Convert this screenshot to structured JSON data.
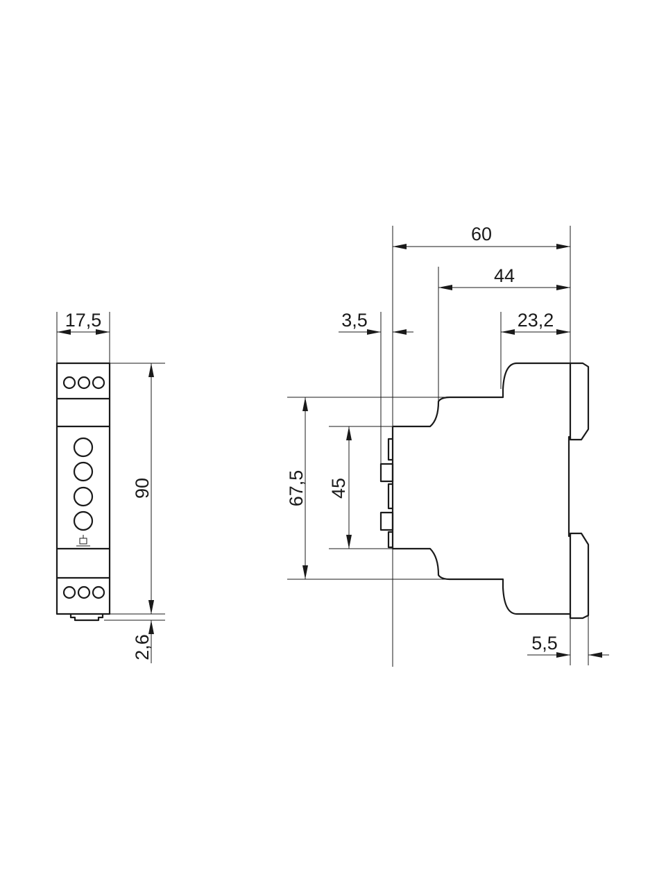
{
  "colors": {
    "line": "#1a1a1a",
    "background": "#ffffff"
  },
  "front_view": {
    "width_label": "17,5",
    "height_label": "90",
    "clip_label": "2,6"
  },
  "side_view": {
    "depth_total_label": "60",
    "depth_shoulder_label": "44",
    "depth_top_label": "23,2",
    "offset_left_label": "3,5",
    "height_shoulder_label": "67,5",
    "height_body_label": "45",
    "clip_right_label": "5,5"
  }
}
